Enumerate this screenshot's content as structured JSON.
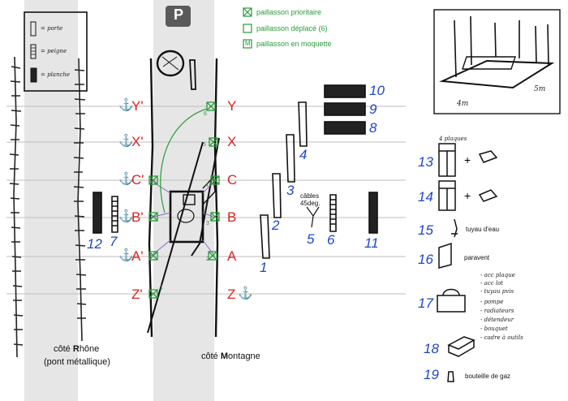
{
  "colors": {
    "mooring_letters": "#d9231f",
    "item_numbers": "#1e46c8",
    "doormat_legend": "#2b9a3a",
    "road_band": "#e6e6e6"
  },
  "legend_top": {
    "parking_label": "P",
    "doormat_priority": "paillasson prioritaire",
    "doormat_moved": "paillasson déplacé (6)",
    "doormat_carpet": "paillasson en moquette",
    "doormat_carpet_mark": "M"
  },
  "legend_box": {
    "items": [
      {
        "text": "= porte",
        "icon": "door-icon"
      },
      {
        "text": "= peigne",
        "icon": "comb-icon"
      },
      {
        "text": "= planche",
        "icon": "plank-icon"
      }
    ]
  },
  "mooring_points": {
    "left": [
      "Y'",
      "X'",
      "C'",
      "B'",
      "A'",
      "Z'"
    ],
    "right": [
      "Y",
      "X",
      "C",
      "B",
      "A",
      "Z"
    ],
    "mat_numbers": [
      "6",
      "5",
      "4",
      "3",
      "2",
      "1"
    ]
  },
  "items": {
    "n1": "1",
    "n2": "2",
    "n3": "3",
    "n4": "4",
    "n5": "5",
    "n6": "6",
    "n7": "7",
    "n8": "8",
    "n9": "9",
    "n10": "10",
    "n11": "11",
    "n12": "12",
    "n13": "13",
    "n14": "14",
    "n15": "15",
    "n16": "16",
    "n17": "17",
    "n18": "18",
    "n19": "19"
  },
  "annotations": {
    "cables_line1": "câbles",
    "cables_line2": "45deg.",
    "water_pipe": "tuyau d'eau",
    "screen": "paravent",
    "gas_bottle": "bouteille de gaz",
    "side_rhone_prefix": "côté ",
    "side_rhone_bold": "R",
    "side_rhone_rest": "hône",
    "side_rhone_line2": "(pont métallique)",
    "side_mountain_prefix": "côté ",
    "side_mountain_bold": "M",
    "side_mountain_rest": "ontagne",
    "plus_13": "+",
    "plus_14": "+",
    "dim_4m": "4m",
    "dim_5m": "5m",
    "item13_note": "4 plaques",
    "item17_notes": [
      "- acc plaque",
      "- acc lot",
      "- tuyau pvis",
      "- pompe",
      "- radiateurs",
      "- détendeur",
      "- bouquet",
      "- cadre à outils"
    ]
  }
}
